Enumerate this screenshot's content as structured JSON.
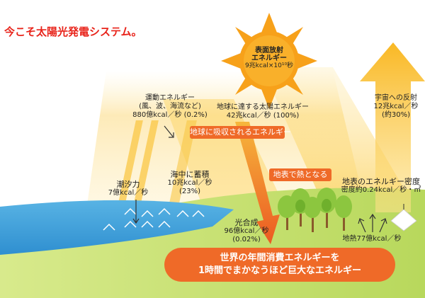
{
  "title": "今こそ太陽光発電システム。",
  "colors": {
    "title": "#e8231a",
    "sun": "#f7a11a",
    "beam": "#fbd24a",
    "orange_accent": "#ef6a28",
    "sea": "#45a6dc",
    "ground": "#c8e06a",
    "tree": "#8cc63f",
    "sky_glow": "#fdeec2"
  },
  "sun": {
    "line1": "表面放射",
    "line2": "エネルギー",
    "line3": "9兆kcal×10¹⁰秒"
  },
  "labels": {
    "motion": {
      "line1": "運動エネルギー",
      "line2": "(風、波、海流など)",
      "line3": "880億kcal／秒 (0.2%)"
    },
    "reach": {
      "line1": "地球に達する太陽エネルギー",
      "line2": "42兆kcal／秒 (100%)"
    },
    "reflect": {
      "line1": "宇宙への反射",
      "line2": "12兆kcal／秒",
      "line3": "(約30%)"
    },
    "tidal": {
      "line1": "潮汐力",
      "line2": "7億kcal／秒"
    },
    "sea_store": {
      "line1": "海中に蓄積",
      "line2": "10兆kcal／秒",
      "line3": "(23%)"
    },
    "photo": {
      "line1": "光合成",
      "line2": "96億kcal／秒",
      "line3": "(0.02%)"
    },
    "geo": {
      "line1": "地熱77億kcal／秒"
    },
    "density": {
      "line1": "地表のエネルギー密度",
      "line2": "密度約0.24kcal／秒・㎡"
    }
  },
  "pills": {
    "absorbed": "地球に吸収されるエネルギー",
    "heat": "地表で熱となる"
  },
  "banner": {
    "line1": "世界の年間消費エネルギーを",
    "line2": "1時間でまかなうほど巨大なエネルギー"
  }
}
